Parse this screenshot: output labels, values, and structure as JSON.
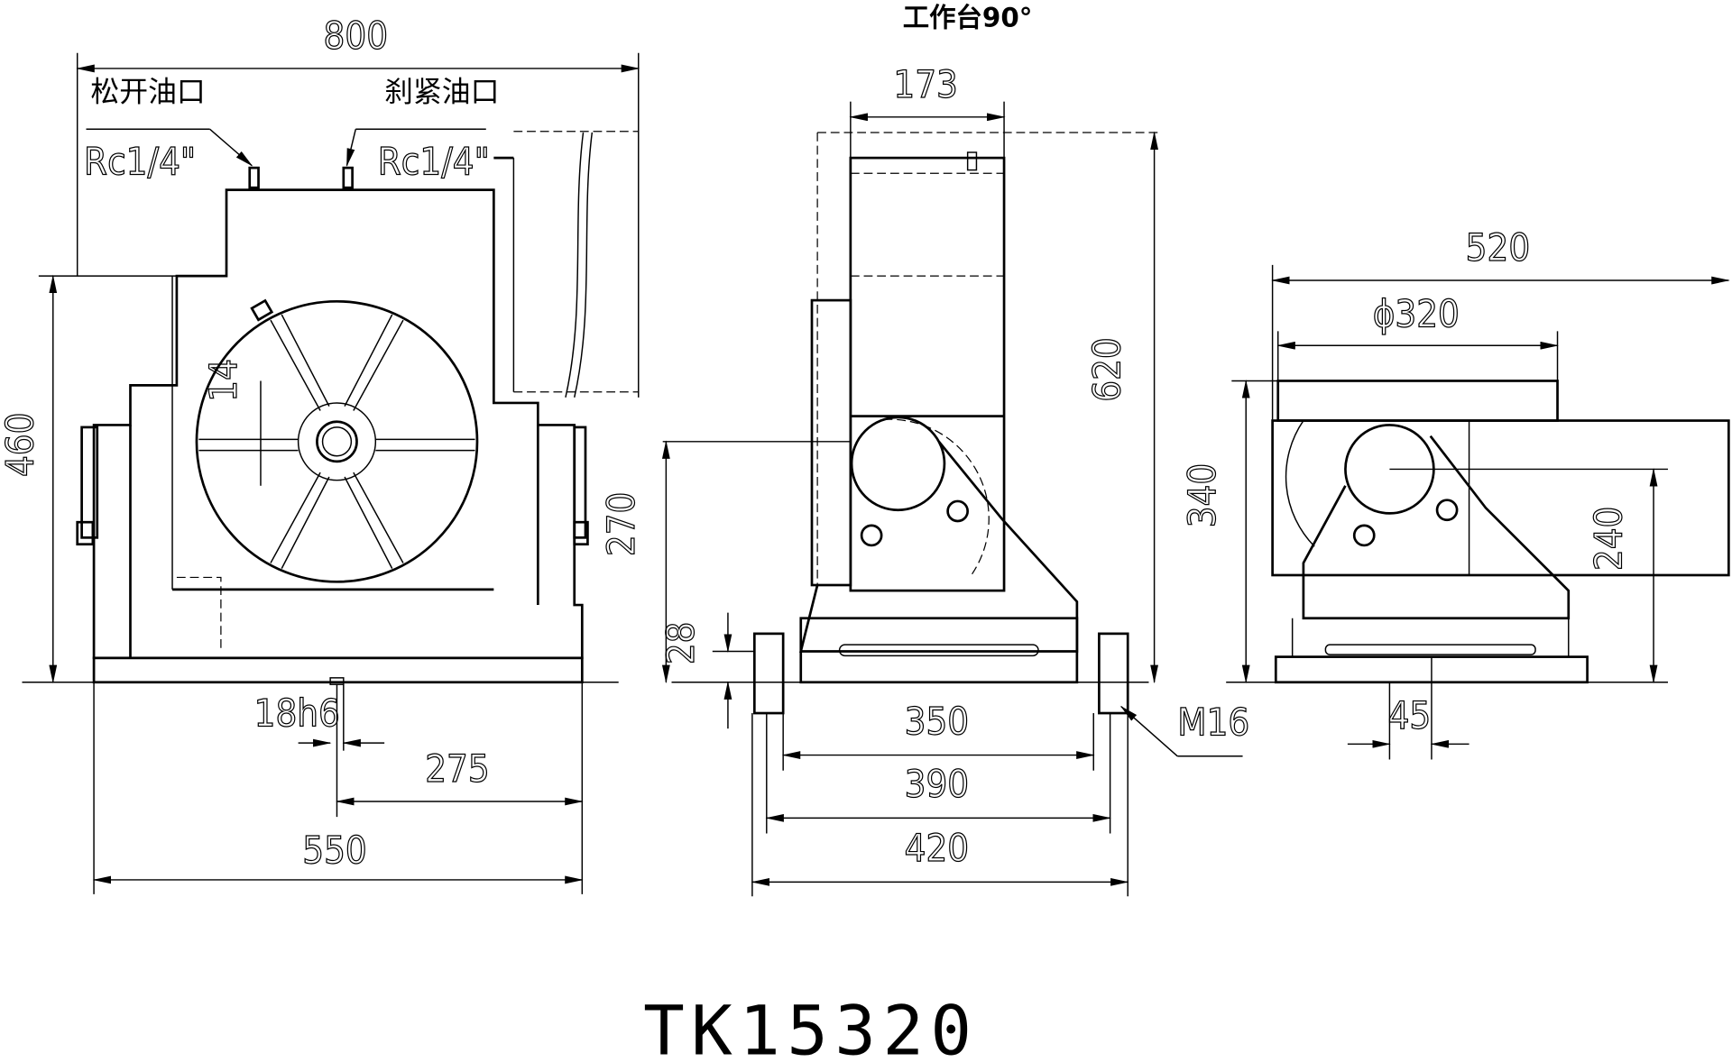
{
  "title": "TK15320",
  "view_label": "工作台90°",
  "labels": {
    "release_port": "松开油口",
    "clamp_port": "刹紧油口",
    "thread_left": "Rc1/4\"",
    "thread_right": "Rc1/4\"",
    "bolt": "M16",
    "key": "18h6"
  },
  "dims": {
    "width_800": "800",
    "height_460": "460",
    "slot_14": "14",
    "d_275": "275",
    "d_550": "550",
    "d_173": "173",
    "d_620": "620",
    "d_270": "270",
    "d_28": "28",
    "d_350": "350",
    "d_390": "390",
    "d_420": "420",
    "d_520": "520",
    "d_phi320": "ϕ320",
    "d_340": "340",
    "d_240": "240",
    "d_45": "45"
  }
}
